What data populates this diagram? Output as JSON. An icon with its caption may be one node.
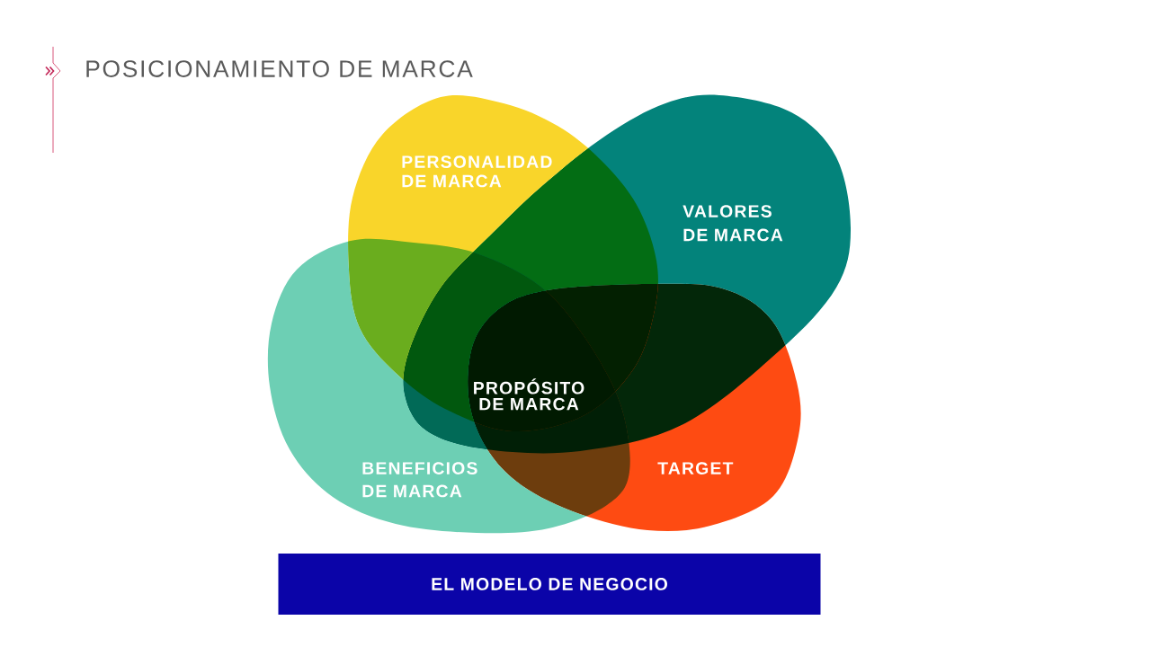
{
  "diagram": {
    "title": "POSICIONAMIENTO DE MARCA",
    "nodes": [
      {
        "text": [
          "PERSONALIDAD DE MARCA"
        ]
      },
      {
        "text": [
          "VALORES DE MARCA"
        ]
      },
      {
        "text": [
          "PROPÓSITO DE MARCA"
        ]
      },
      {
        "text": [
          "BENEFICIOS DE MARCA"
        ]
      },
      {
        "text": [
          "TARGET"
        ]
      },
      {
        "text": [
          "EL MODELO DE NEGOCIO"
        ]
      }
    ]
  }
}
